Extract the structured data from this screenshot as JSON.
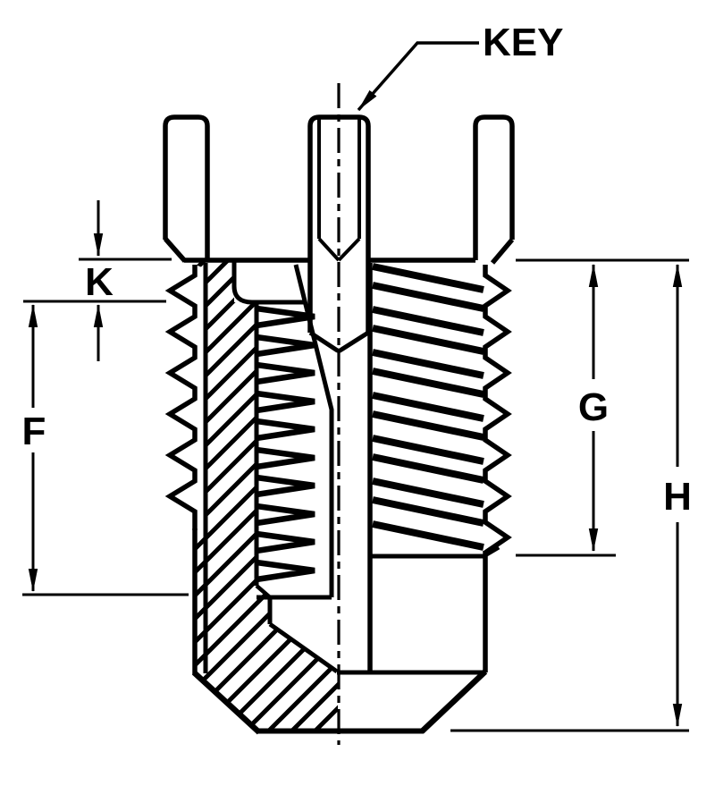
{
  "drawing": {
    "type": "technical-section-view",
    "subject": "key-locking threaded insert cross-section",
    "labels": {
      "key": "KEY",
      "k": "K",
      "f": "F",
      "g": "G",
      "h": "H"
    },
    "colors": {
      "line": "#000000",
      "background": "#ffffff"
    }
  }
}
